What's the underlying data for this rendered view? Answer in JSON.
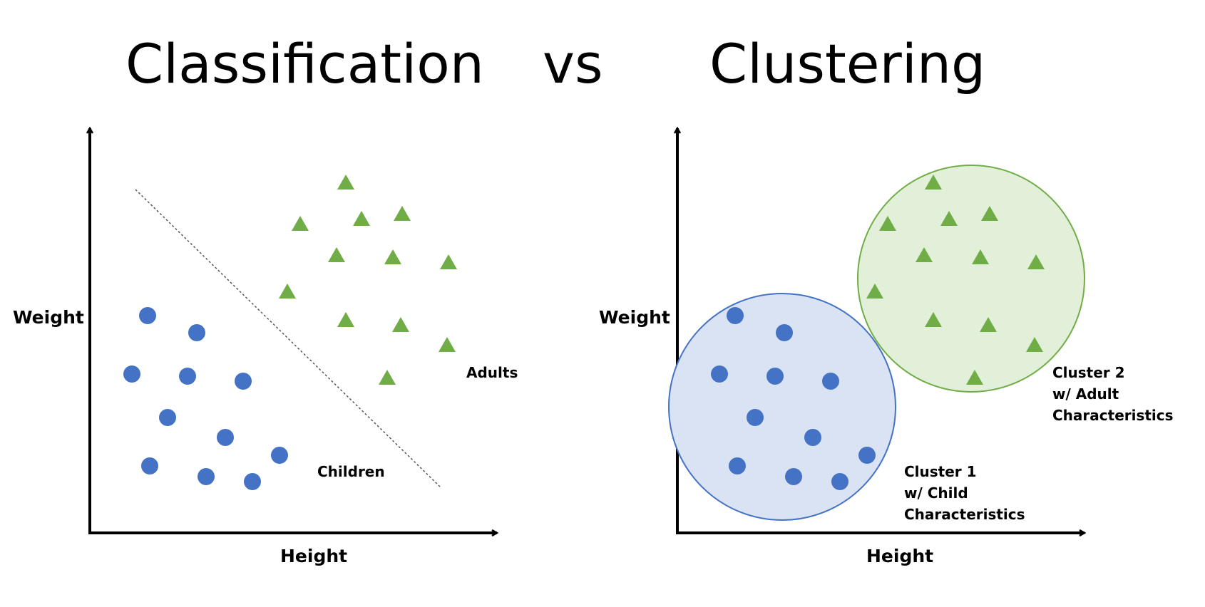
{
  "title_left": "Classification",
  "title_vs": "vs",
  "title_right": "Clustering",
  "left_panel": {
    "x_label": "Height",
    "y_label": "Weight",
    "label_adults": "Adults",
    "label_children": "Children"
  },
  "right_panel": {
    "x_label": "Height",
    "y_label": "Weight",
    "cluster1_lines": [
      "Cluster 1",
      "w/ Child",
      "Characteristics"
    ],
    "cluster2_lines": [
      "Cluster 2",
      "w/ Adult",
      "Characteristics"
    ]
  },
  "colors": {
    "circle_marker": "#4472C4",
    "triangle_marker": "#70AD47",
    "cluster1_fill": "#DAE3F3",
    "cluster1_stroke": "#4472C4",
    "cluster2_fill": "#E2F0D9",
    "cluster2_stroke": "#70AD47",
    "axis": "#000000",
    "divider": "#555555"
  },
  "icons": {
    "child_marker": "circle",
    "adult_marker": "triangle"
  }
}
